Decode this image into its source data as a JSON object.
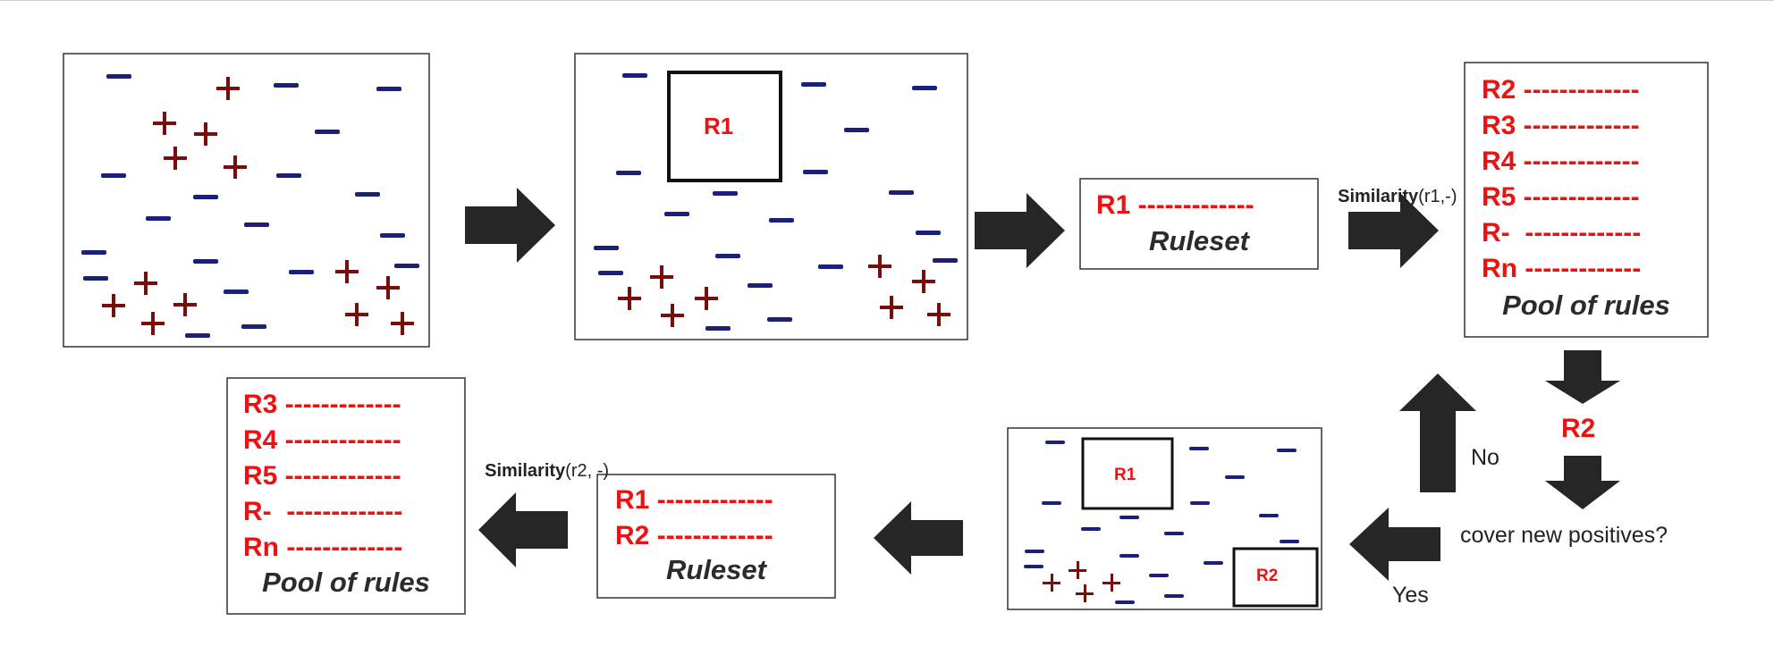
{
  "colors": {
    "positive": "#7a0c0c",
    "negative": "#1a1f7a",
    "rule": "#ee1111",
    "arrow": "#262626"
  },
  "rule_label_r1": "R1",
  "rule_label_r2": "R2",
  "ruleset1": {
    "lines": [
      "R1 -------------"
    ],
    "caption": "Ruleset"
  },
  "pool1": {
    "lines": [
      "R2 -------------",
      "R3 -------------",
      "R4 -------------",
      "R5 -------------",
      "R-  -------------",
      "Rn -------------"
    ],
    "caption": "Pool of rules"
  },
  "similarity1": {
    "bold": "Similarity",
    "rest": "(r1,-)"
  },
  "selected_rule": "R2",
  "decision": {
    "question": "cover new positives?",
    "no": "No",
    "yes": "Yes"
  },
  "ruleset2": {
    "lines": [
      "R1 -------------",
      "R2 -------------"
    ],
    "caption": "Ruleset"
  },
  "similarity2": {
    "bold": "Similarity",
    "rest": "(r2, -)"
  },
  "pool2": {
    "lines": [
      "R3 -------------",
      "R4 -------------",
      "R5 -------------",
      "R-  -------------",
      "Rn -------------"
    ],
    "caption": "Pool of rules"
  }
}
